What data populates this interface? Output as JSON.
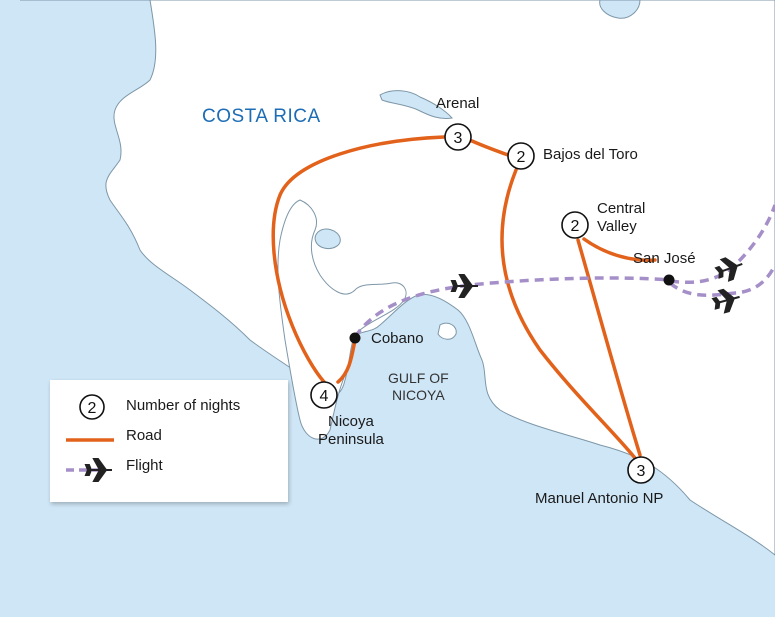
{
  "country_label": "COSTA RICA",
  "sea_label": {
    "line1": "GULF OF",
    "line2": "NICOYA"
  },
  "stops": {
    "arenal": {
      "name": "Arenal",
      "nights": "3"
    },
    "bajos": {
      "name": "Bajos del Toro",
      "nights": "2"
    },
    "central": {
      "line1": "Central",
      "line2": "Valley",
      "nights": "2"
    },
    "sanjose": {
      "name": "San José"
    },
    "cobano": {
      "name": "Cobano"
    },
    "nicoya": {
      "line1": "Nicoya",
      "line2": "Peninsula",
      "nights": "4"
    },
    "manuel": {
      "name": "Manuel Antonio NP",
      "nights": "3"
    }
  },
  "legend": {
    "nights_symbol": "2",
    "nights_label": "Number of nights",
    "road_label": "Road",
    "flight_label": "Flight"
  },
  "colors": {
    "sea": "#cfe6f6",
    "land": "#ffffff",
    "road": "#e2621b",
    "flight": "#a58fc8",
    "country_text": "#1d6db5"
  }
}
